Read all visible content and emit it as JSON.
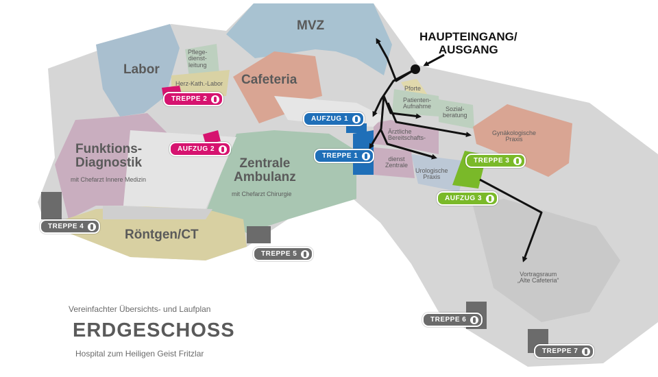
{
  "legend": {
    "subtitle": "Vereinfachter Übersichts- und Laufplan",
    "title": "ERDGESCHOSS",
    "hospital": "Hospital zum Heiligen Geist Fritzlar"
  },
  "entrance": {
    "line1": "HAUPTEINGANG/",
    "line2": "AUSGANG"
  },
  "rooms": {
    "mvz": "MVZ",
    "labor": "Labor",
    "pflegedienstleitung_1": "Pflege-",
    "pflegedienstleitung_2": "dienst-",
    "pflegedienstleitung_3": "leitung",
    "herz_kath_labor": "Herz-Kath.-Labor",
    "cafeteria": "Cafeteria",
    "pforte": "Pforte",
    "patientenaufnahme_1": "Patienten-",
    "patientenaufnahme_2": "Aufnahme",
    "sozialberatung_1": "Sozial-",
    "sozialberatung_2": "beratung",
    "gynaekologische_praxis_1": "Gynäkologische",
    "gynaekologische_praxis_2": "Praxis",
    "funktionsdiagnostik_1": "Funktions-",
    "funktionsdiagnostik_2": "Diagnostik",
    "funktionsdiagnostik_sub": "mit Chefarzt Innere Medizin",
    "zentrale_ambulanz_1": "Zentrale",
    "zentrale_ambulanz_2": "Ambulanz",
    "zentrale_ambulanz_sub": "mit Chefarzt Chirurgie",
    "bereitschaftsdienst_1": "Ärztliche",
    "bereitschaftsdienst_2": "Bereitschafts-",
    "dienst_zentrale_1": "dienst",
    "dienst_zentrale_2": "Zentrale",
    "urologische_praxis_1": "Urologische",
    "urologische_praxis_2": "Praxis",
    "roentgen_ct": "Röntgen/CT",
    "vortragsraum_1": "Vortragsraum",
    "vortragsraum_2": "„Alte Cafeteria“"
  },
  "markers": {
    "treppe_1": "TREPPE 1",
    "treppe_2": "TREPPE 2",
    "treppe_3": "TREPPE 3",
    "treppe_4": "TREPPE 4",
    "treppe_5": "TREPPE 5",
    "treppe_6": "TREPPE 6",
    "treppe_7": "TREPPE 7",
    "aufzug_1": "AUFZUG 1",
    "aufzug_2": "AUFZUG 2",
    "aufzug_3": "AUFZUG 3"
  },
  "colors": {
    "stairs_elevator_1": "#1f6fb8",
    "stairs_elevator_2": "#d6136f",
    "stairs_elevator_3": "#7ab929",
    "stairs_other": "#6b6b6b",
    "mvz": "#a8c2d1",
    "labor": "#a9bfcf",
    "cafeteria": "#d9a593",
    "funktionsdiagnostik": "#c9aebf",
    "zentrale_ambulanz": "#a9c6b2",
    "roentgen_ct": "#d8d0a2",
    "gynaekologie": "#d9a593",
    "vortragsraum": "#a9c6b2",
    "corridor": "#d8d8d8",
    "route": "#111111"
  },
  "icons": {
    "stairs": "stairs-person-icon",
    "elevator": "elevator-icon",
    "entrance": "entrance-dot-icon",
    "route": "route-arrow-icon"
  }
}
